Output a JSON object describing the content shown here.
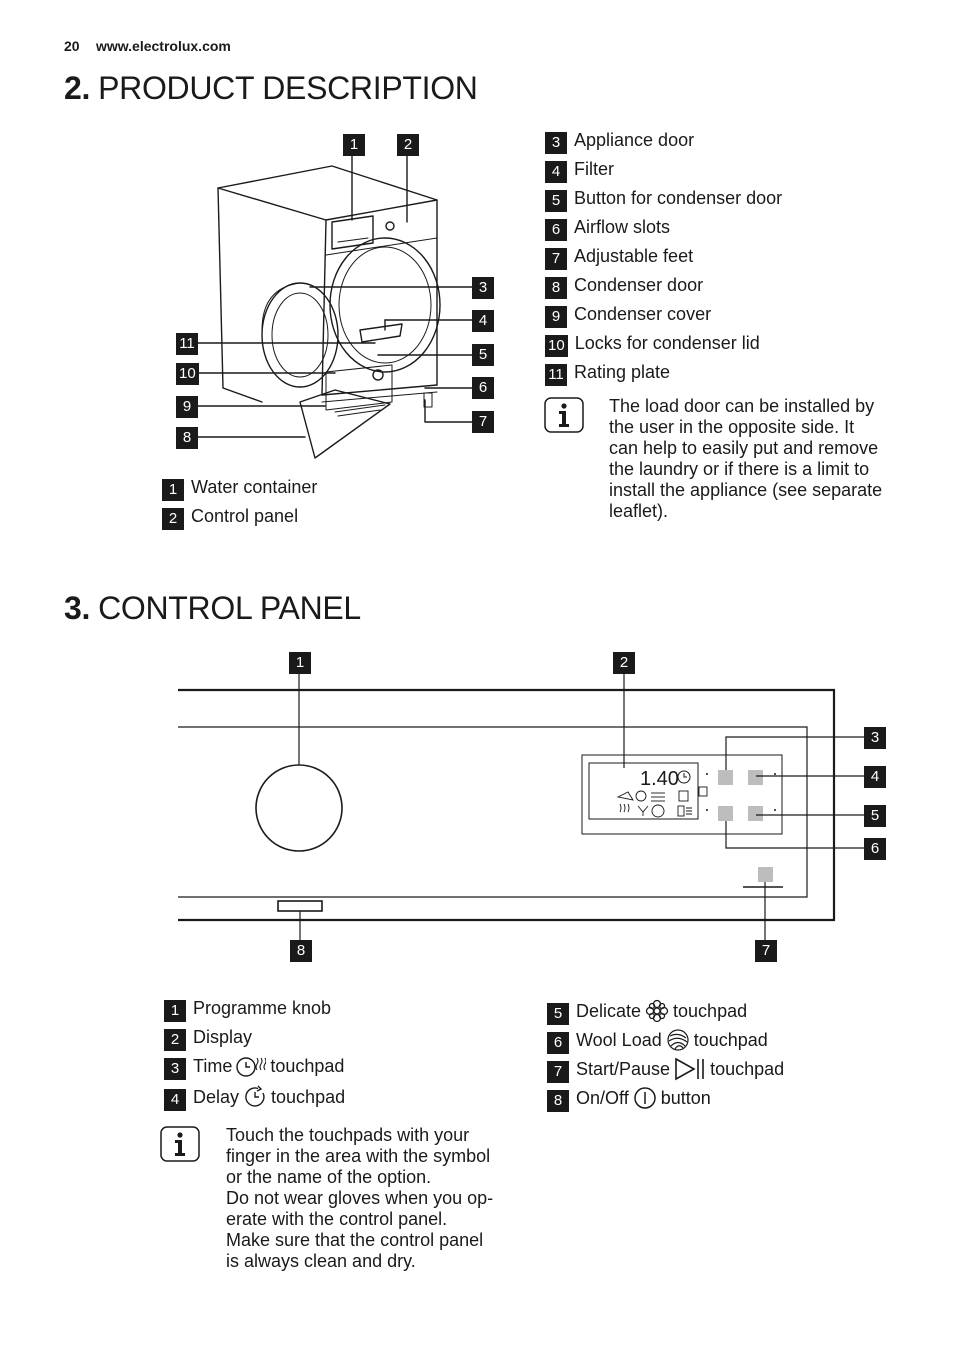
{
  "header": {
    "page_number": "20",
    "url": "www.electrolux.com"
  },
  "section2": {
    "number": "2.",
    "title": "PRODUCT DESCRIPTION",
    "callouts": [
      "1",
      "2",
      "3",
      "4",
      "5",
      "6",
      "7",
      "8",
      "9",
      "10",
      "11"
    ],
    "legend_left": [
      {
        "n": "1",
        "label": "Water container"
      },
      {
        "n": "2",
        "label": "Control panel"
      }
    ],
    "legend_right": [
      {
        "n": "3",
        "label": "Appliance door"
      },
      {
        "n": "4",
        "label": "Filter"
      },
      {
        "n": "5",
        "label": "Button for condenser door"
      },
      {
        "n": "6",
        "label": "Airflow slots"
      },
      {
        "n": "7",
        "label": "Adjustable feet"
      },
      {
        "n": "8",
        "label": "Condenser door"
      },
      {
        "n": "9",
        "label": "Condenser cover"
      },
      {
        "n": "10",
        "label": "Locks for condenser lid"
      },
      {
        "n": "11",
        "label": "Rating plate"
      }
    ],
    "info_lines": [
      "The load door can be installed by",
      "the user in the opposite side. It",
      "can help to easily put and remove",
      "the laundry or if there is a limit to",
      "install the appliance (see separate",
      "leaflet)."
    ]
  },
  "section3": {
    "number": "3.",
    "title": "CONTROL PANEL",
    "display_time": "1.40",
    "callouts": [
      "1",
      "2",
      "3",
      "4",
      "5",
      "6",
      "7",
      "8"
    ],
    "legend_left": [
      {
        "n": "1",
        "label": "Programme knob",
        "icon": "",
        "suffix": ""
      },
      {
        "n": "2",
        "label": "Display",
        "icon": "",
        "suffix": ""
      },
      {
        "n": "3",
        "label": "Time",
        "icon": "time-dry-icon",
        "suffix": "touchpad"
      },
      {
        "n": "4",
        "label": "Delay",
        "icon": "delay-clock-icon",
        "suffix": "touchpad"
      }
    ],
    "legend_right": [
      {
        "n": "5",
        "label": "Delicate",
        "icon": "delicate-flower-icon",
        "suffix": "touchpad"
      },
      {
        "n": "6",
        "label": "Wool Load",
        "icon": "wool-ball-icon",
        "suffix": "touchpad"
      },
      {
        "n": "7",
        "label": "Start/Pause",
        "icon": "start-pause-icon",
        "suffix": "touchpad"
      },
      {
        "n": "8",
        "label": "On/Off",
        "icon": "power-icon",
        "suffix": "button"
      }
    ],
    "info_lines": [
      "Touch the touchpads with your",
      "finger in the area with the symbol",
      "or the name of the option.",
      "Do not wear gloves when you op-",
      "erate with the control panel.",
      "Make sure that the control panel",
      "is always clean and dry."
    ]
  },
  "colors": {
    "badge": "#1a1a1a",
    "line": "#1a1a1a",
    "touchpad": "#bdbdbd"
  }
}
